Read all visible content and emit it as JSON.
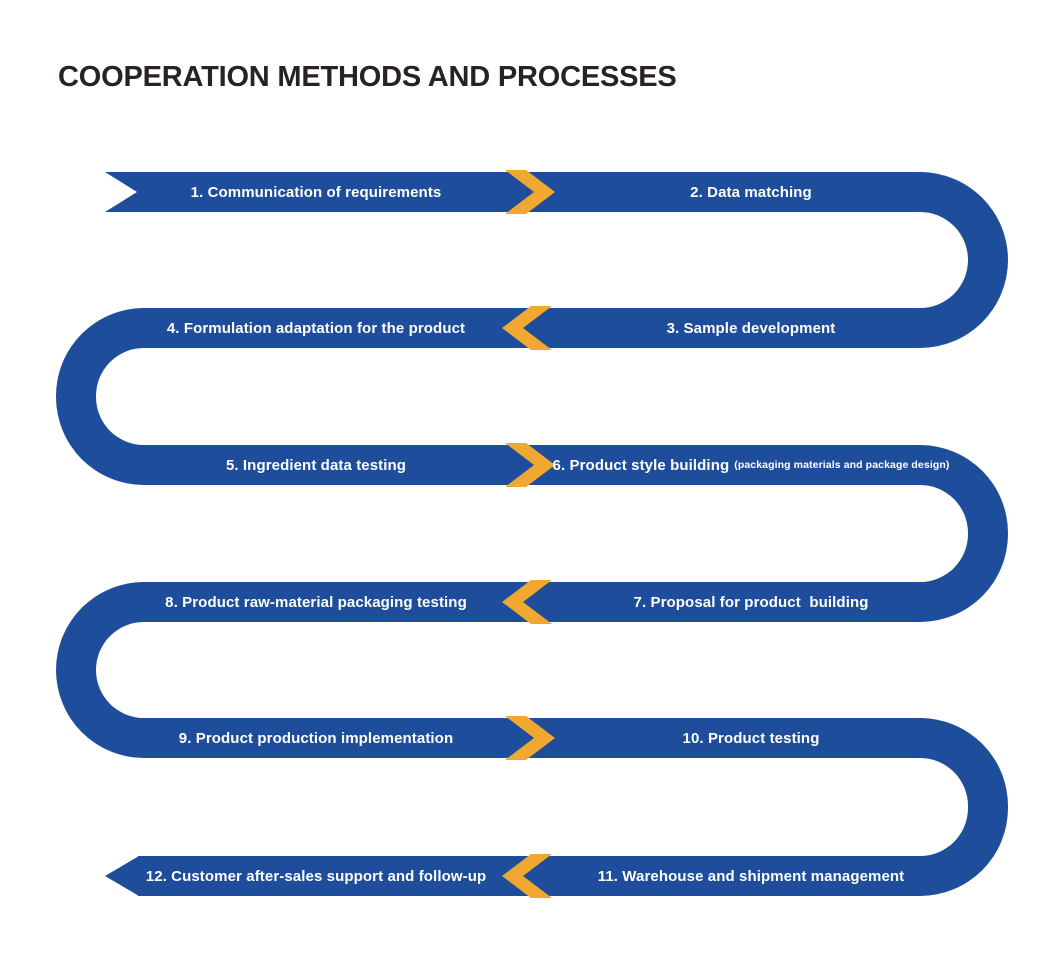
{
  "title": "COOPERATION METHODS AND PROCESSES",
  "colors": {
    "ribbon": "#1E4E9B",
    "chevron": "#F0A830",
    "title_text": "#282223",
    "step_text": "#FFFFFF",
    "background": "#FFFFFF"
  },
  "flow": {
    "type": "serpentine-process",
    "start_cap": "notched-tail at step 1",
    "end_cap": "arrow-point after step 12",
    "rows": [
      {
        "direction": "left-to-right",
        "chevron": "right",
        "left": {
          "label": "1. Communication of requirements"
        },
        "right": {
          "label": "2. Data matching"
        }
      },
      {
        "direction": "right-to-left",
        "chevron": "left",
        "left": {
          "label": "4. Formulation adaptation for the product"
        },
        "right": {
          "label": "3. Sample development"
        }
      },
      {
        "direction": "left-to-right",
        "chevron": "right",
        "left": {
          "label": "5. Ingredient data testing"
        },
        "right": {
          "label": "6. Product style building",
          "sub": "(packaging materials and package design)"
        }
      },
      {
        "direction": "right-to-left",
        "chevron": "left",
        "left": {
          "label": "8. Product raw-material packaging testing"
        },
        "right": {
          "label": "7. Proposal for product  building"
        }
      },
      {
        "direction": "left-to-right",
        "chevron": "right",
        "left": {
          "label": "9. Product production implementation"
        },
        "right": {
          "label": "10. Product testing"
        }
      },
      {
        "direction": "right-to-left",
        "chevron": "left",
        "left": {
          "label": "12. Customer after-sales support and follow-up"
        },
        "right": {
          "label": "11. Warehouse and shipment management"
        }
      }
    ],
    "sequence": [
      "1. Communication of requirements",
      "2. Data matching",
      "3. Sample development",
      "4. Formulation adaptation for the product",
      "5. Ingredient data testing",
      "6. Product style building (packaging materials and package design)",
      "7. Proposal for product building",
      "8. Product raw-material packaging testing",
      "9. Product production implementation",
      "10. Product testing",
      "11. Warehouse and shipment management",
      "12. Customer after-sales support and follow-up"
    ]
  }
}
